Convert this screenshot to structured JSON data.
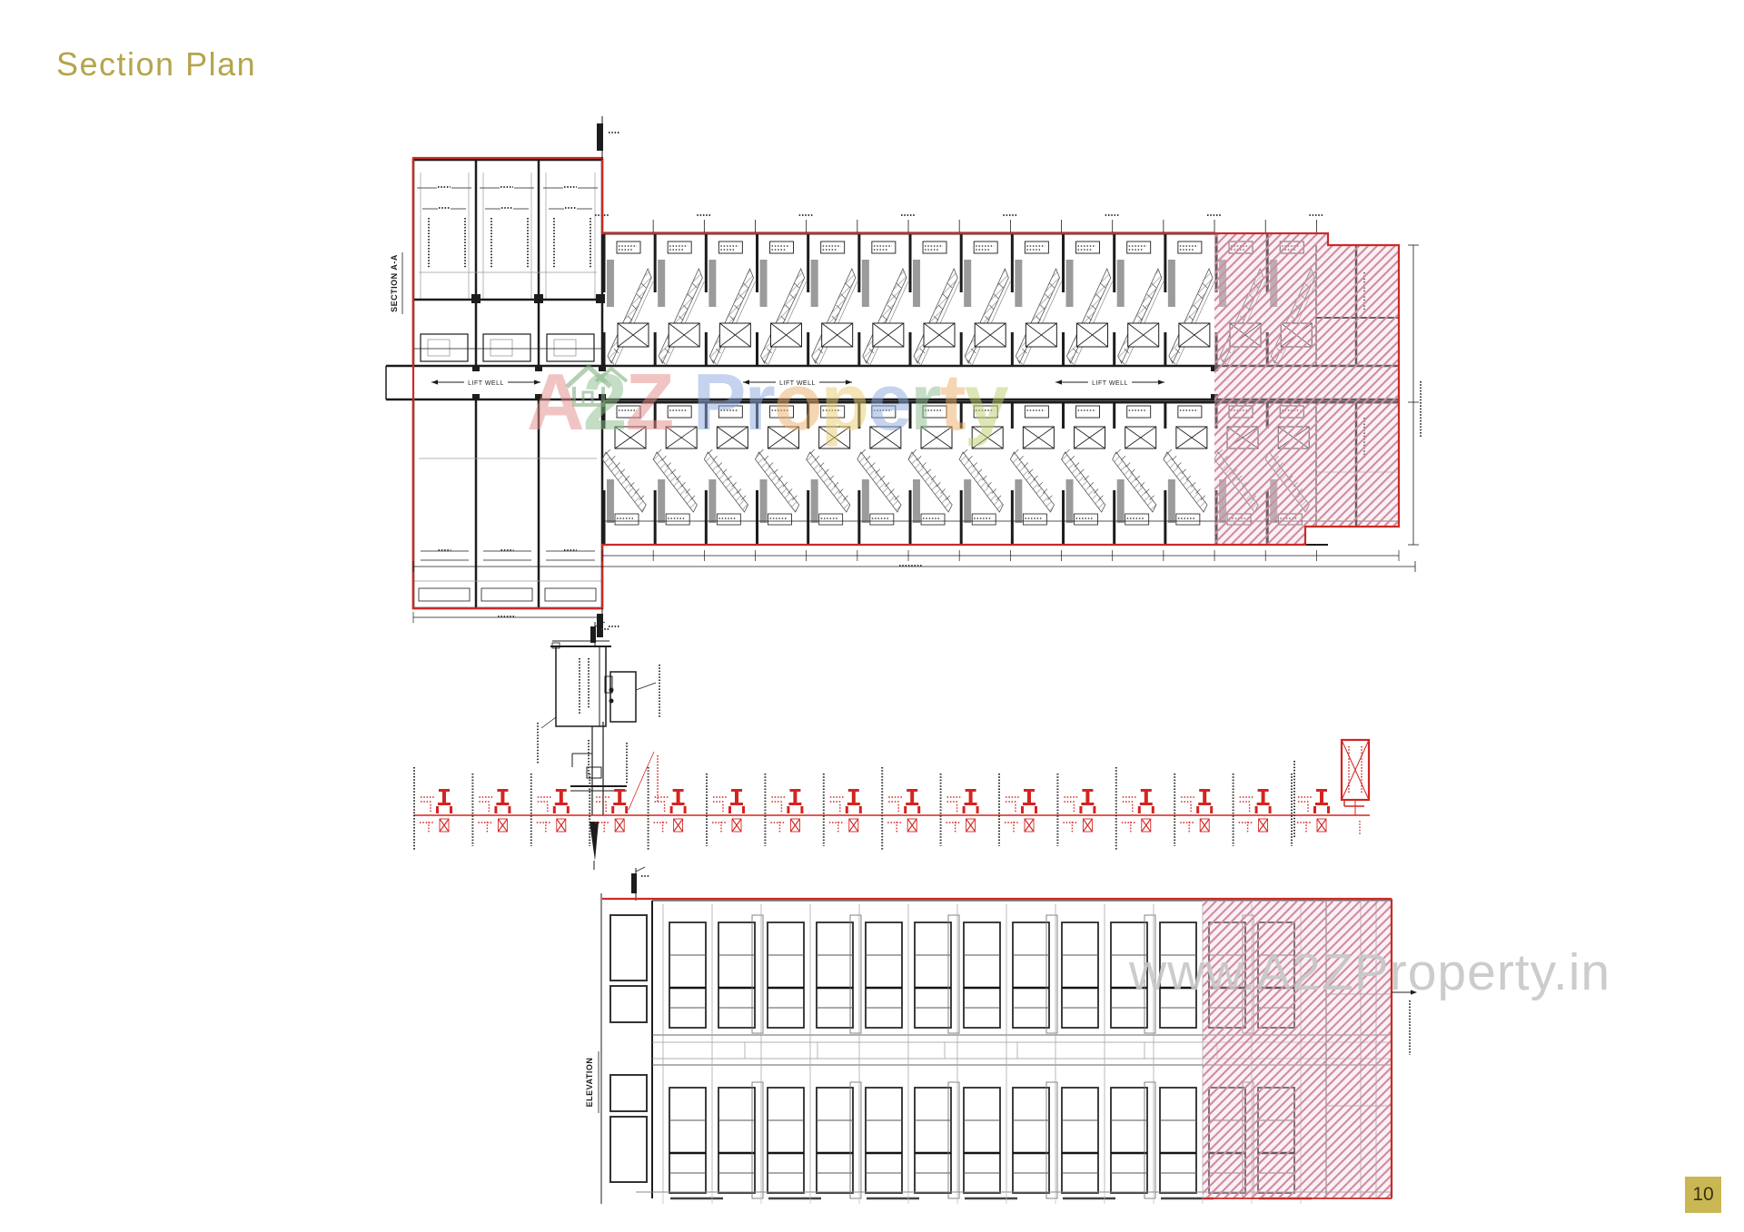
{
  "page": {
    "title": "Section Plan",
    "page_number": "10"
  },
  "colors": {
    "title": "#b5a44c",
    "badge_bg": "#c9b754",
    "badge_text": "#3c300e",
    "outline_red": "#cd2a25",
    "schematic_red": "#d42420",
    "hatch_pink": "#cf8ba0",
    "hatch_tint": "rgba(243,214,226,0.35)",
    "line": "#1c1c1c",
    "light_line": "#9a9a9a",
    "gray_strip": "#9b9b9b",
    "watermark_gray": "#c7c7c7"
  },
  "section_plan": {
    "label": "SECTION A-A",
    "lift_well_label": "LIFT WELL",
    "upper_units": 12,
    "hatched_units": 2,
    "lower_units": 12
  },
  "schematic": {
    "symbol_count": 16
  },
  "elevation": {
    "label": "ELEVATION",
    "units": 11,
    "hatched_units": 2
  },
  "watermark_center": {
    "text": "A2Z Property",
    "letters": [
      {
        "ch": "A",
        "color": "#e58a8a"
      },
      {
        "ch": "2",
        "color": "#8bbd8b"
      },
      {
        "ch": "Z",
        "color": "#e58a8a"
      },
      {
        "ch": " ",
        "color": "#ffffff"
      },
      {
        "ch": "P",
        "color": "#8da9e0"
      },
      {
        "ch": "r",
        "color": "#8da9e0"
      },
      {
        "ch": "o",
        "color": "#ecae69"
      },
      {
        "ch": "p",
        "color": "#e9cd6e"
      },
      {
        "ch": "e",
        "color": "#8da9e0"
      },
      {
        "ch": "r",
        "color": "#8cbd8f"
      },
      {
        "ch": "t",
        "color": "#ecae69"
      },
      {
        "ch": "y",
        "color": "#bfcf70"
      }
    ],
    "house_icon_color": "#79ab79"
  },
  "watermark_site": {
    "text": "www.A2ZProperty.in"
  }
}
